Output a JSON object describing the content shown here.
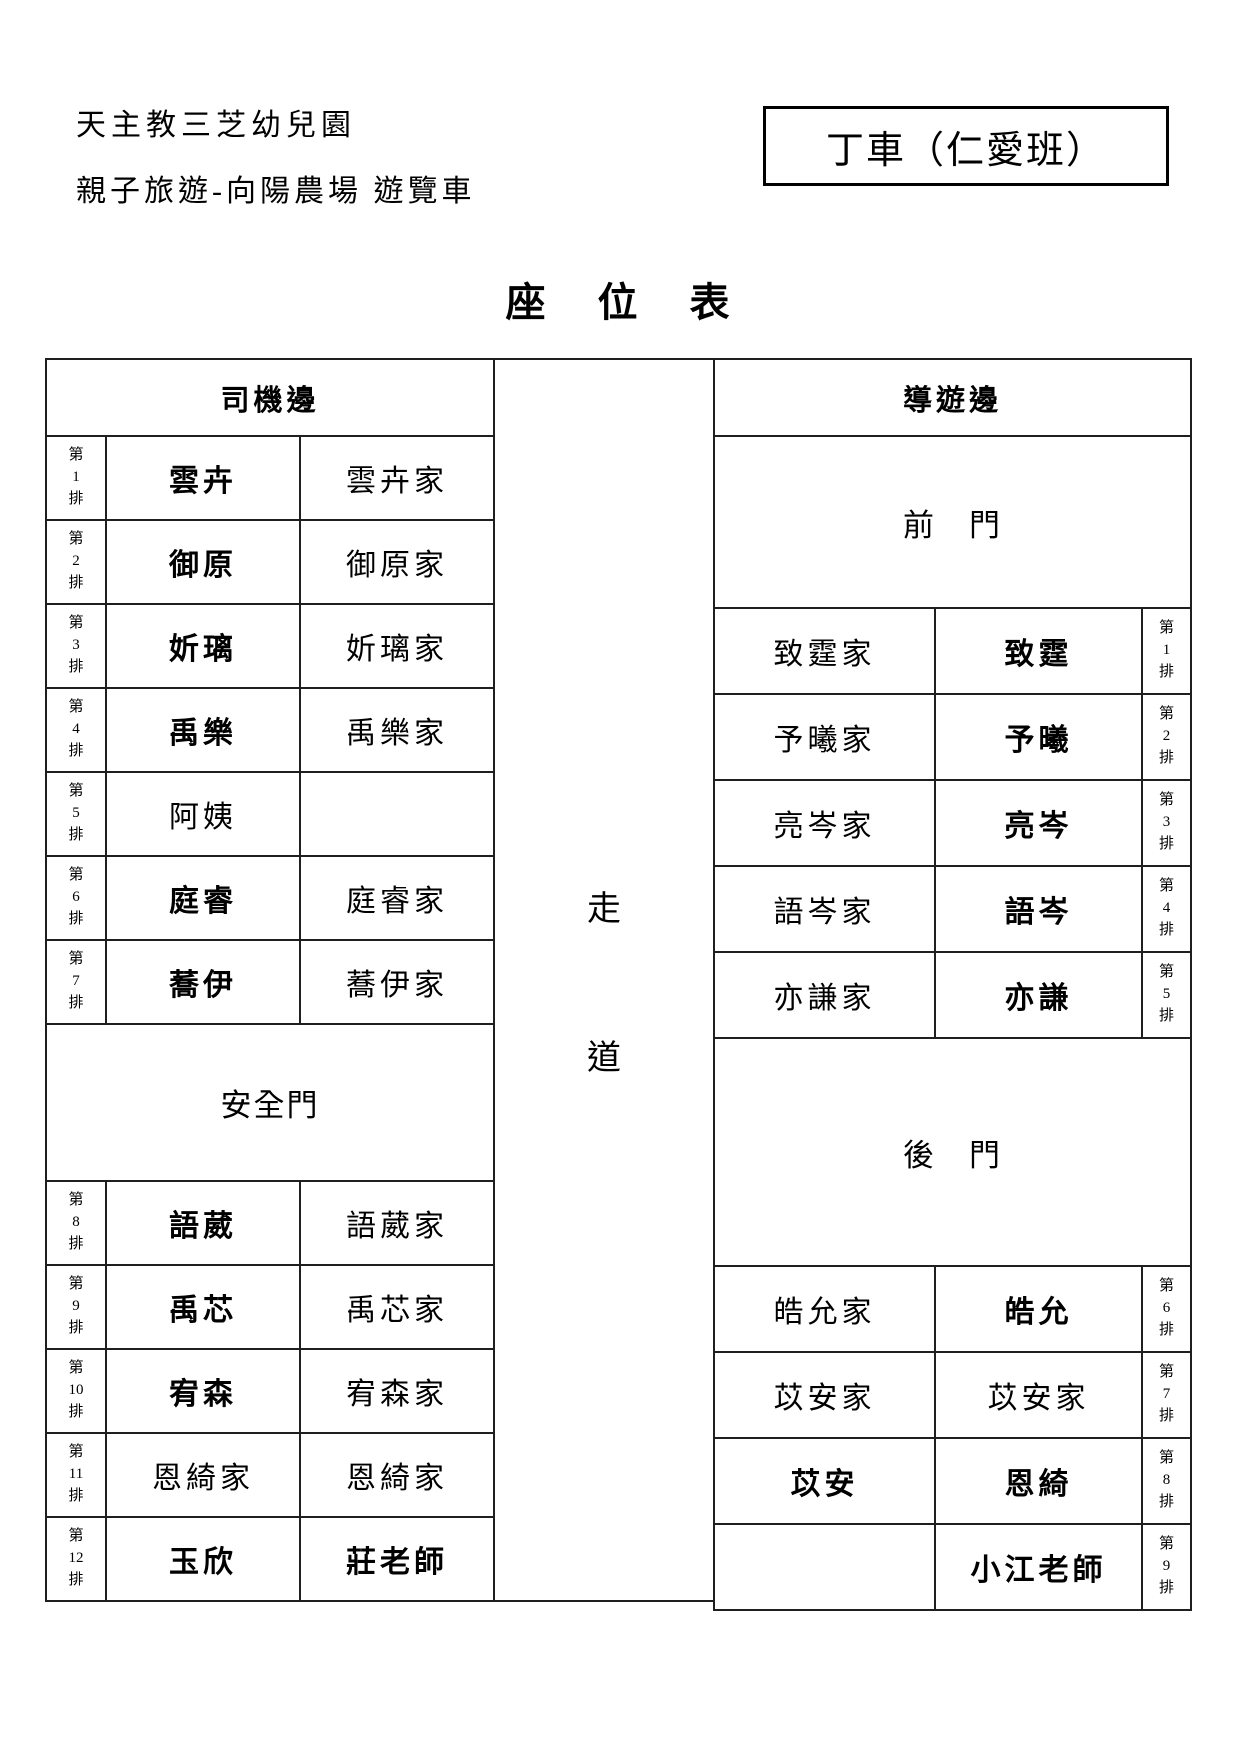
{
  "page": {
    "school": "天主教三芝幼兒園",
    "trip": "親子旅遊-向陽農場 遊覽車",
    "bus_label": "丁車（仁愛班）",
    "title": "座　位　表"
  },
  "table": {
    "driver_header": "司機邊",
    "guide_header": "導遊邊",
    "aisle_chars": [
      "走",
      "道"
    ],
    "safety_door": "安全門",
    "front_door": "前　門",
    "back_door": "後　門",
    "ordinal_prefix": "第",
    "ordinal_suffix": "排",
    "left_rows": [
      {
        "n": "1",
        "seat": "雲卉",
        "family": "雲卉家"
      },
      {
        "n": "2",
        "seat": "御原",
        "family": "御原家"
      },
      {
        "n": "3",
        "seat": "妡璃",
        "family": "妡璃家"
      },
      {
        "n": "4",
        "seat": "禹樂",
        "family": "禹樂家"
      },
      {
        "n": "5",
        "seat": "阿姨",
        "family": ""
      },
      {
        "n": "6",
        "seat": "庭睿",
        "family": "庭睿家"
      },
      {
        "n": "7",
        "seat": "蕎伊",
        "family": "蕎伊家"
      },
      {
        "n": "8",
        "seat": "語葳",
        "family": "語葳家"
      },
      {
        "n": "9",
        "seat": "禹芯",
        "family": "禹芯家"
      },
      {
        "n": "10",
        "seat": "宥森",
        "family": "宥森家"
      },
      {
        "n": "11",
        "seat": "恩綺家",
        "family": "恩綺家"
      },
      {
        "n": "12",
        "seat": "玉欣",
        "family": "莊老師"
      }
    ],
    "right_front_rows": [
      {
        "n": "1",
        "family": "致霆家",
        "seat": "致霆"
      },
      {
        "n": "2",
        "family": "予曦家",
        "seat": "予曦"
      },
      {
        "n": "3",
        "family": "亮岑家",
        "seat": "亮岑"
      },
      {
        "n": "4",
        "family": "語岑家",
        "seat": "語岑"
      },
      {
        "n": "5",
        "family": "亦謙家",
        "seat": "亦謙"
      }
    ],
    "right_back_rows": [
      {
        "n": "6",
        "family": "皓允家",
        "seat": "皓允"
      },
      {
        "n": "7",
        "family": "苡安家",
        "seat": "苡安家"
      },
      {
        "n": "8",
        "family": "苡安",
        "seat": "恩綺"
      },
      {
        "n": "9",
        "family": "",
        "seat": "小江老師"
      }
    ]
  }
}
